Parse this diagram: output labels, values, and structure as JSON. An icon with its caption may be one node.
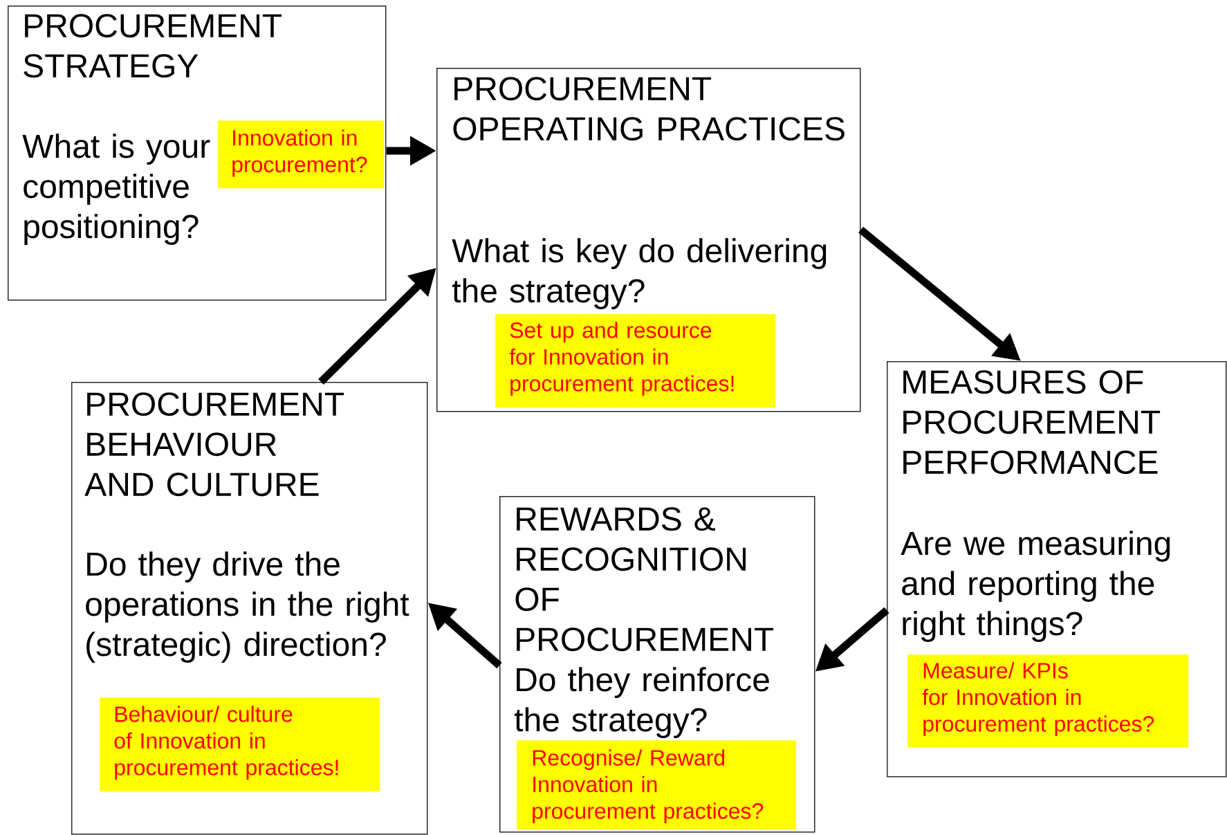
{
  "diagram": {
    "nodes": [
      {
        "text": [
          "PROCUREMENT STRATEGY",
          "What is your competitive positioning?"
        ]
      },
      {
        "text": [
          "Innovation in procurement?"
        ],
        "in": 0
      },
      {
        "text": [
          "PROCUREMENT OPERATING PRACTICES",
          "What is key do delivering the strategy?"
        ]
      },
      {
        "text": [
          "Set up and resource for Innovation in procurement practices!"
        ],
        "in": 2
      },
      {
        "text": [
          "MEASURES OF PROCUREMENT PERFORMANCE",
          "Are we measuring and reporting the right things?"
        ]
      },
      {
        "text": [
          "Measure/ KPIs for Innovation in procurement practices?"
        ],
        "in": 4
      },
      {
        "text": [
          "REWARDS & RECOGNITION OF PROCUREMENT",
          "Do they reinforce the strategy?"
        ]
      },
      {
        "text": [
          "Recognise/ Reward Innovation in procurement practices?"
        ],
        "in": 6
      },
      {
        "text": [
          "PROCUREMENT BEHAVIOUR AND CULTURE",
          "Do they drive the operations in the right (strategic) direction?"
        ]
      },
      {
        "text": [
          "Behaviour/ culture of Innovation in procurement practices!"
        ],
        "in": 8
      }
    ],
    "edges": [
      {
        "from": 0,
        "to": 2,
        "arrow": "to"
      },
      {
        "from": 2,
        "to": 4,
        "arrow": "to"
      },
      {
        "from": 4,
        "to": 6,
        "arrow": "to"
      },
      {
        "from": 6,
        "to": 8,
        "arrow": "to"
      },
      {
        "from": 8,
        "to": 2,
        "arrow": "to"
      }
    ]
  }
}
